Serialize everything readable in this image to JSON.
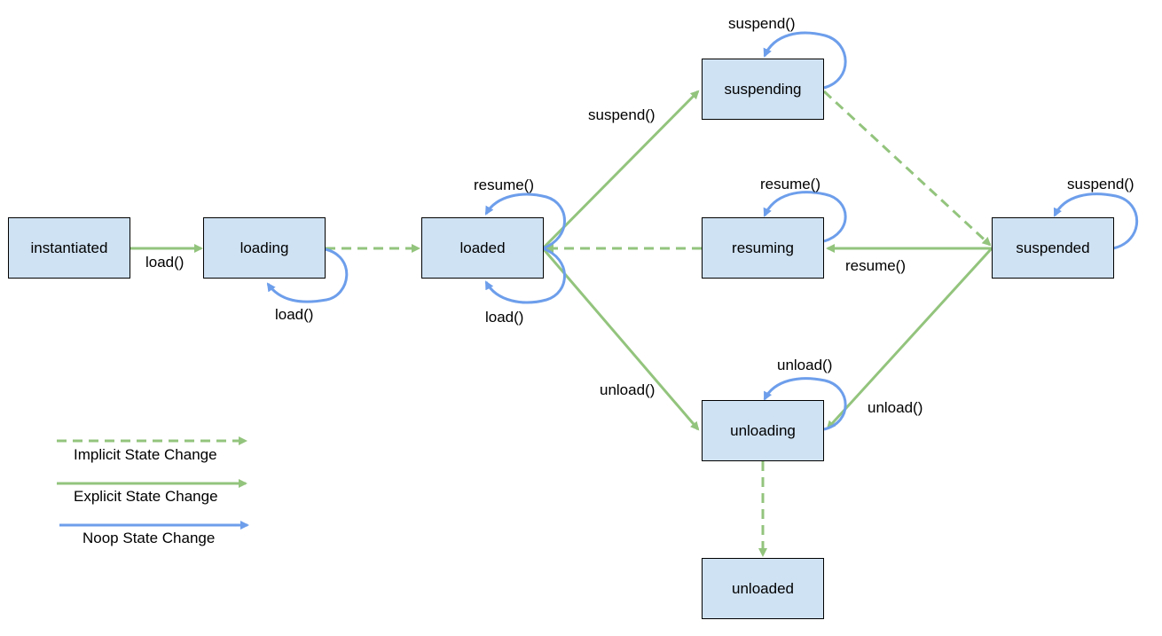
{
  "colors": {
    "implicit": "#93c47d",
    "explicit": "#93c47d",
    "noop": "#6d9eeb",
    "state_fill": "#cfe2f3"
  },
  "states": {
    "instantiated": "instantiated",
    "loading": "loading",
    "loaded": "loaded",
    "suspending": "suspending",
    "resuming": "resuming",
    "suspended": "suspended",
    "unloading": "unloading",
    "unloaded": "unloaded"
  },
  "edges": {
    "instantiated_loading": "load()",
    "loading_self": "load()",
    "loaded_self_top": "resume()",
    "loaded_self_bottom": "load()",
    "loaded_suspending": "suspend()",
    "loaded_unloading": "unload()",
    "suspending_self": "suspend()",
    "resuming_self": "resume()",
    "suspended_resuming": "resume()",
    "suspended_self": "suspend()",
    "suspended_unloading": "unload()",
    "unloading_self": "unload()"
  },
  "legend": {
    "implicit": "Implicit State Change",
    "explicit": "Explicit State Change",
    "noop": "Noop State Change"
  }
}
